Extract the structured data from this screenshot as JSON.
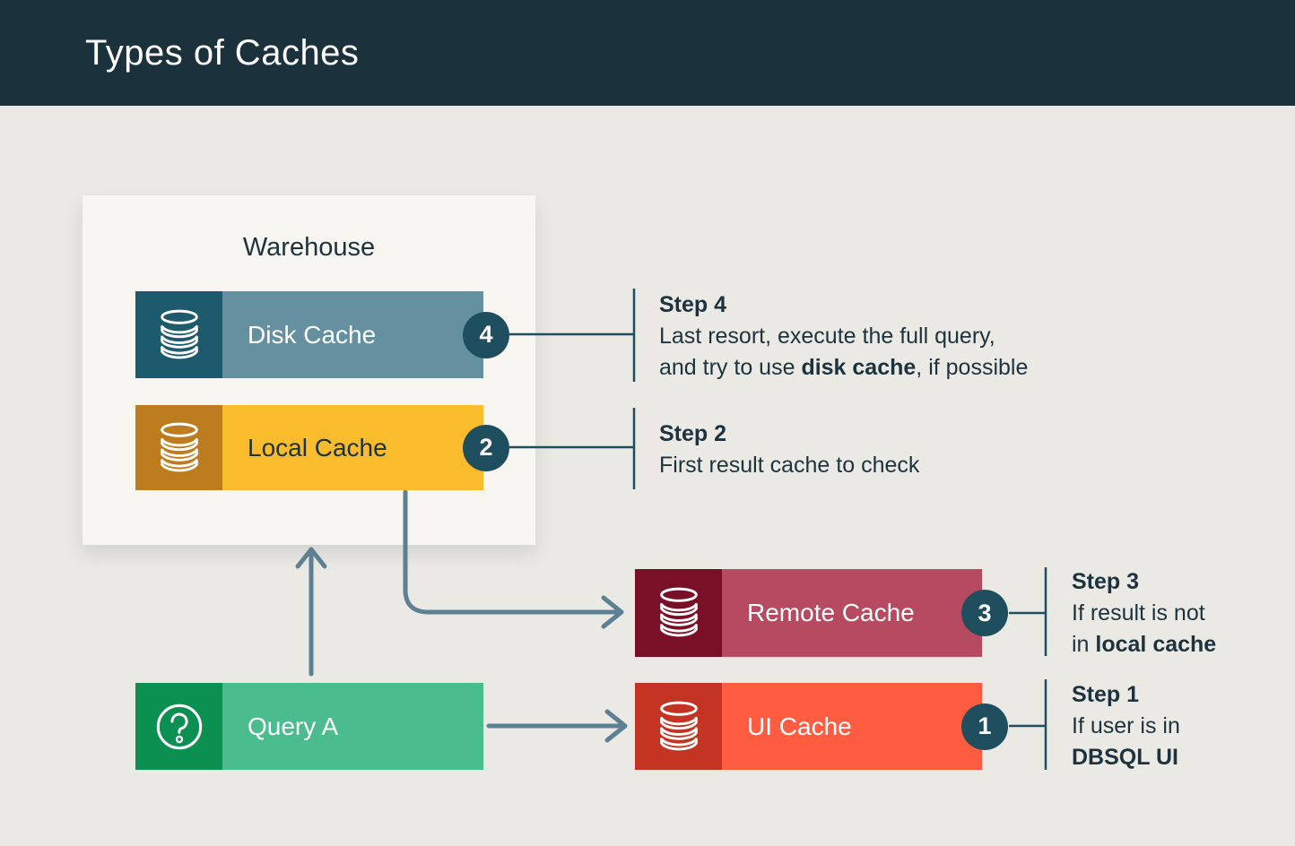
{
  "header": {
    "title": "Types of Caches"
  },
  "warehouse": {
    "label": "Warehouse"
  },
  "caches": {
    "disk": {
      "label": "Disk Cache",
      "badge": "4",
      "icon": "database-icon",
      "icon_bg": "#1e5a6d",
      "bar_bg": "#64909f",
      "text_color": "#ffffff"
    },
    "local": {
      "label": "Local Cache",
      "badge": "2",
      "icon": "database-icon",
      "icon_bg": "#bd7d1f",
      "bar_bg": "#f9bc2d",
      "text_color": "#1c333e"
    },
    "remote": {
      "label": "Remote Cache",
      "badge": "3",
      "icon": "database-icon",
      "icon_bg": "#7a0f28",
      "bar_bg": "#b54a60",
      "text_color": "#ffffff"
    },
    "ui": {
      "label": "UI Cache",
      "badge": "1",
      "icon": "database-icon",
      "icon_bg": "#c43423",
      "bar_bg": "#ff5c42",
      "text_color": "#ffffff"
    },
    "query": {
      "label": "Query A",
      "icon": "question-mark-icon",
      "icon_bg": "#0b9051",
      "bar_bg": "#4bbc8e",
      "text_color": "#ffffff"
    }
  },
  "steps": {
    "step4": {
      "title": "Step 4",
      "line1": "Last resort, execute the full query,",
      "line2_pre": "and try to use ",
      "line2_bold": "disk cache",
      "line2_post": ", if possible"
    },
    "step2": {
      "title": "Step 2",
      "line1": "First result cache to check"
    },
    "step3": {
      "title": "Step 3",
      "line1": "If result is not",
      "line2_pre": "in ",
      "line2_bold": "local cache"
    },
    "step1": {
      "title": "Step 1",
      "line1": "If user is in",
      "line2_bold": "DBSQL UI"
    }
  },
  "colors": {
    "header_bg": "#1b323c",
    "page_bg": "#ebe9e4",
    "panel_bg": "#f8f6f0",
    "badge_bg": "#1f4e5f",
    "arrow": "#5d8093",
    "rule": "#1f4e5f",
    "text_dark": "#1c333e"
  }
}
